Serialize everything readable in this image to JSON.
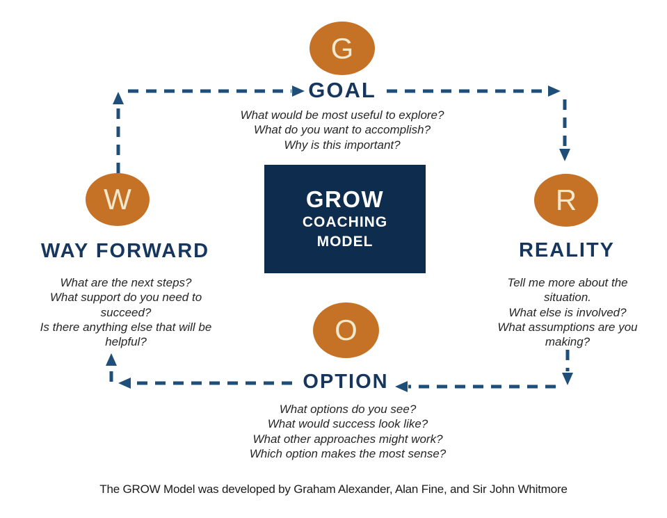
{
  "diagram": {
    "center": {
      "title": "GROW",
      "subtitle1": "COACHING",
      "subtitle2": "MODEL"
    },
    "nodes": {
      "goal": {
        "letter": "G",
        "label": "GOAL",
        "questions": [
          "What would be most useful to explore?",
          "What do you want to accomplish?",
          "Why is this important?"
        ]
      },
      "reality": {
        "letter": "R",
        "label": "REALITY",
        "questions": [
          "Tell me more about the situation.",
          "What else is involved?",
          "What assumptions are you making?"
        ]
      },
      "option": {
        "letter": "O",
        "label": "OPTION",
        "questions": [
          "What options do you see?",
          "What would success look like?",
          "What other approaches might work?",
          "Which option makes the most sense?"
        ]
      },
      "way_forward": {
        "letter": "W",
        "label": "WAY FORWARD",
        "questions": [
          "What are the next steps?",
          "What support do you need to succeed?",
          "Is there anything else that will be helpful?"
        ]
      }
    },
    "footer": "The GROW Model was developed by Graham Alexander, Alan Fine, and Sir John Whitmore",
    "colors": {
      "circle_fill": "#C57226",
      "circle_letter": "#F2E9CC",
      "center_box": "#0E2C4E",
      "label_text": "#17365D",
      "arrow": "#1F4E79",
      "question_text": "#262626"
    }
  }
}
